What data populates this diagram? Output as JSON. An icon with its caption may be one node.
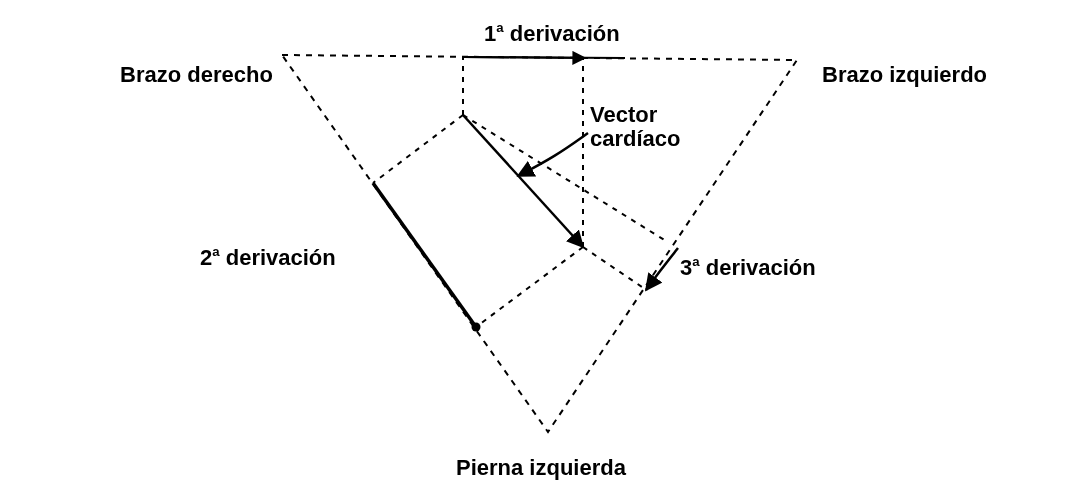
{
  "diagram": {
    "nodes": [
      {
        "text": [
          "Vector cardíaco"
        ]
      },
      {
        "text": [
          "3$^{a}$ derivación"
        ]
      }
    ],
    "edges": [
      {
        "from": 0,
        "to": null,
        "arrow": "to"
      },
      {
        "from": 1,
        "to": null,
        "arrow": "to"
      }
    ],
    "labels": [
      "Brazo derecho",
      "1$^{a}$ derivación",
      "Brazo izquierdo",
      "2$^{a}$ derivación",
      "Pierna izquierda"
    ]
  }
}
